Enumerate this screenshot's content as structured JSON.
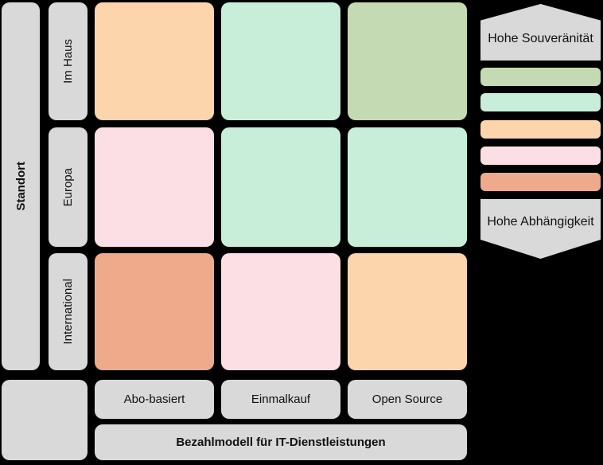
{
  "diagram": {
    "row_axis": {
      "title": "Standort",
      "labels": [
        "Im Haus",
        "Europa",
        "International"
      ]
    },
    "col_axis": {
      "title": "Bezahlmodell für IT-Dienstleistungen",
      "labels": [
        "Abo-basiert",
        "Einmalkauf",
        "Open Source"
      ]
    },
    "matrix": {
      "rows": [
        "Im Haus",
        "Europa",
        "International"
      ],
      "cols": [
        "Abo-basiert",
        "Einmalkauf",
        "Open Source"
      ],
      "levels": [
        [
          3,
          2,
          1
        ],
        [
          4,
          2,
          2
        ],
        [
          5,
          4,
          3
        ]
      ]
    },
    "legend": {
      "top_label": "Hohe Souveränität",
      "bottom_label": "Hohe Abhängigkeit",
      "levels": [
        1,
        2,
        3,
        4,
        5
      ]
    },
    "colors": {
      "level_1": "#c4dab2",
      "level_2": "#c8eeda",
      "level_3": "#fcd5ac",
      "level_4": "#fcdee5",
      "level_5": "#efaa8b",
      "box_gray": "#d9d9d9",
      "background": "#000000",
      "text": "#111111"
    }
  }
}
